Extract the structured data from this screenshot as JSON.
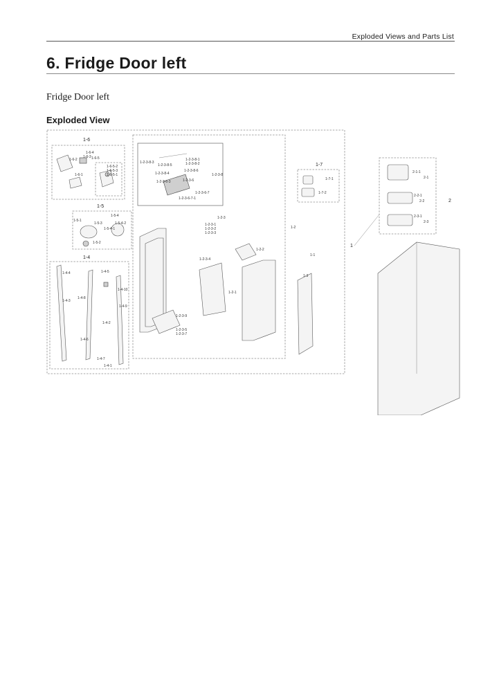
{
  "header": {
    "running_title": "Exploded Views and Parts List"
  },
  "chapter": {
    "title": "6.  Fridge Door left"
  },
  "section": {
    "caption": "Fridge Door left",
    "subheading": "Exploded View"
  },
  "diagram": {
    "callouts": {
      "g1_6": "1-6",
      "g1_6_4": "1-6-4",
      "g1_6_3": "1-6-3",
      "g1_6_2": "1-6-2",
      "g1_6_5": "1-6-5",
      "g1_6_1": "1-6-1",
      "g1_6_5_2": "1-6-5-2",
      "g1_6_5_3": "1-6-5-3",
      "g1_6_5_1": "1-6-5-1",
      "g1_5": "1-5",
      "g1_5_1": "1-5-1",
      "g1_5_3": "1-5-3",
      "g1_5_4": "1-5-4",
      "g1_5_4_2": "1-5-4-2",
      "g1_5_4_1": "1-5-4-1",
      "g1_5_2": "1-5-2",
      "g1_4": "1-4",
      "g1_4_4": "1-4-4",
      "g1_4_3": "1-4-3",
      "g1_4_8": "1-4-8",
      "g1_4_5": "1-4-5",
      "g1_4_10": "1-4-10",
      "g1_4_9": "1-4-9",
      "g1_4_2": "1-4-2",
      "g1_4_6": "1-4-6",
      "g1_4_7": "1-4-7",
      "g1_4_1": "1-4-1",
      "g1_2_3_8_3": "1-2-3-8-3",
      "g1_2_3_8_5": "1-2-3-8-5",
      "g1_2_3_8_1": "1-2-3-8-1",
      "g1_2_3_8_2": "1-2-3-8-2",
      "g1_2_3_8_4": "1-2-3-8-4",
      "g1_2_3_8": "1-2-3-8",
      "g1_2_3_8_6": "1-2-3-8-6",
      "g1_2_3_6_3": "1-2-3-6-3",
      "g1_2_3_6": "1-2-3-6",
      "g1_2_3_6_7": "1-2-3-6-7",
      "g1_2_3_6_7_1": "1-2-3-6-7-1",
      "g1_2_3": "1-2-3",
      "g1_2_3_1": "1-2-3-1",
      "g1_2_3_2": "1-2-3-2",
      "g1_2_3_3": "1-2-3-3",
      "g1_2_3_4": "1-2-3-4",
      "g1_2_3_9": "1-2-3-9",
      "g1_2_3_5": "1-2-3-5",
      "g1_2_3_7": "1-2-3-7",
      "g1_2": "1-2",
      "g1_2_2": "1-2-2",
      "g1_2_1": "1-2-1",
      "g1_7": "1-7",
      "g1_7_1": "1-7-1",
      "g1_7_2": "1-7-2",
      "g1_1": "1-1",
      "g1_3": "1-3",
      "g1": "1",
      "g2": "2",
      "g2_1": "2-1",
      "g2_1_1": "2-1-1",
      "g2_2": "2-2",
      "g2_2_1": "2-2-1",
      "g2_3": "2-3",
      "g2_3_1": "2-3-1"
    }
  }
}
